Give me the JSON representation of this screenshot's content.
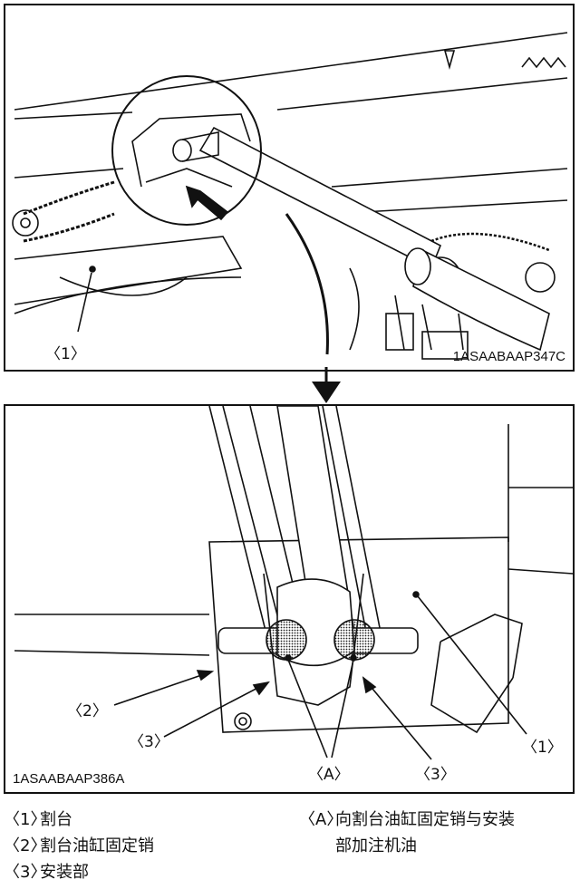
{
  "figure_top": {
    "code": "1ASAABAAP347C",
    "callout_1": "〈1〉"
  },
  "figure_bottom": {
    "code": "1ASAABAAP386A",
    "callout_1": "〈1〉",
    "callout_2": "〈2〉",
    "callout_3a": "〈3〉",
    "callout_3b": "〈3〉",
    "callout_a": "〈A〉"
  },
  "legend": {
    "items": [
      {
        "key": "〈1〉",
        "text": "割台"
      },
      {
        "key": "〈2〉",
        "text": "割台油缸固定销"
      },
      {
        "key": "〈3〉",
        "text": "安装部"
      }
    ],
    "note_key": "〈A〉",
    "note_line1": "向割台油缸固定销与安装",
    "note_line2": "部加注机油"
  }
}
